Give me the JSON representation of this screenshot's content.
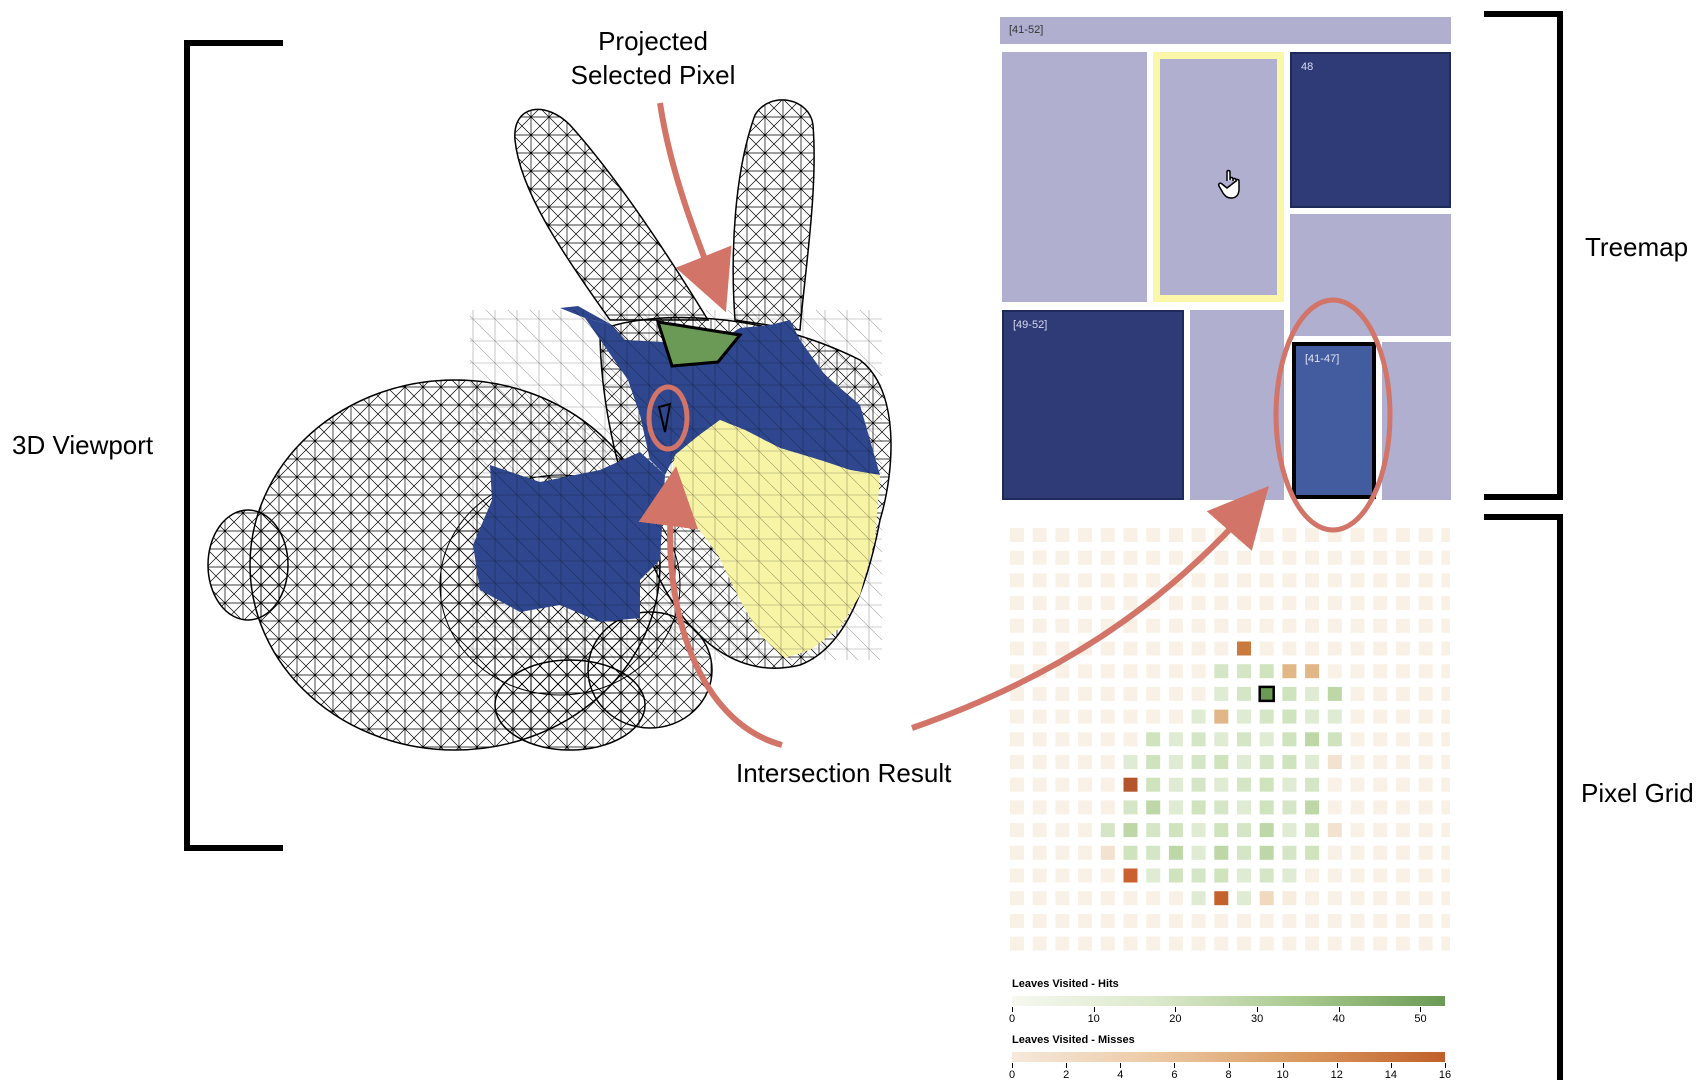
{
  "labels": {
    "viewport": "3D Viewport",
    "treemap": "Treemap",
    "pixel_grid": "Pixel Grid",
    "projected_line1": "Projected",
    "projected_line2": "Selected Pixel",
    "intersection": "Intersection Result"
  },
  "treemap": {
    "header_label": "[41-52]",
    "cell_labels": {
      "dark_top_right": "48",
      "dark_bottom_left": "[49-52]",
      "highlight_bottom": "[41-47]"
    }
  },
  "legend": {
    "hits": {
      "title": "Leaves Visited - Hits",
      "ticks": [
        "0",
        "10",
        "20",
        "30",
        "40",
        "50"
      ],
      "domain": [
        0,
        53
      ],
      "colors": [
        "#f6f8ef",
        "#c5dcb0",
        "#6a9a55"
      ]
    },
    "misses": {
      "title": "Leaves Visited - Misses",
      "ticks": [
        "0",
        "2",
        "4",
        "6",
        "8",
        "10",
        "12",
        "14",
        "16"
      ],
      "domain": [
        0,
        16
      ],
      "colors": [
        "#f6e9dc",
        "#e2b787",
        "#c0602a"
      ]
    }
  },
  "colors": {
    "treemap_light": "#b0afd0",
    "treemap_dark": "#2e3b76",
    "treemap_selected": "#435b9f",
    "hover_outline": "#fbf7a8",
    "annotation": "#d27467",
    "mesh_blue": "#2e478e",
    "mesh_yellow": "#f8f4a5",
    "mesh_green": "#6a9a55"
  }
}
